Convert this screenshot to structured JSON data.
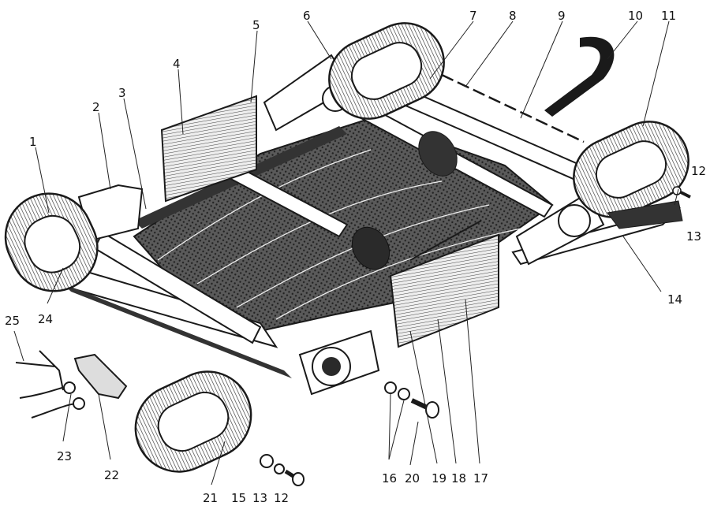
{
  "diagram": {
    "callouts": [
      {
        "id": "c1",
        "text": "1"
      },
      {
        "id": "c2",
        "text": "2"
      },
      {
        "id": "c3",
        "text": "3"
      },
      {
        "id": "c4",
        "text": "4"
      },
      {
        "id": "c5",
        "text": "5"
      },
      {
        "id": "c6",
        "text": "6"
      },
      {
        "id": "c7",
        "text": "7"
      },
      {
        "id": "c8",
        "text": "8"
      },
      {
        "id": "c9",
        "text": "9"
      },
      {
        "id": "c10",
        "text": "10"
      },
      {
        "id": "c11",
        "text": "11"
      },
      {
        "id": "c12a",
        "text": "12"
      },
      {
        "id": "c13a",
        "text": "13"
      },
      {
        "id": "c14",
        "text": "14"
      },
      {
        "id": "c17",
        "text": "17"
      },
      {
        "id": "c18",
        "text": "18"
      },
      {
        "id": "c19",
        "text": "19"
      },
      {
        "id": "c20",
        "text": "20"
      },
      {
        "id": "c16",
        "text": "16"
      },
      {
        "id": "c12b",
        "text": "12"
      },
      {
        "id": "c13b",
        "text": "13"
      },
      {
        "id": "c15",
        "text": "15"
      },
      {
        "id": "c21",
        "text": "21"
      },
      {
        "id": "c22",
        "text": "22"
      },
      {
        "id": "c23",
        "text": "23"
      },
      {
        "id": "c24",
        "text": "24"
      },
      {
        "id": "c25",
        "text": "25"
      }
    ],
    "colors": {
      "ink": "#1a1a1a",
      "mesh": "#4a4a4a",
      "paper": "#ffffff",
      "light": "#d9d9d9"
    }
  }
}
